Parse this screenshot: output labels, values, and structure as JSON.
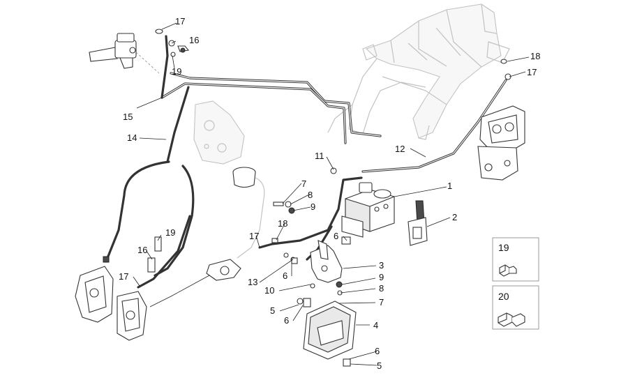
{
  "callouts": {
    "c1": "1",
    "c2": "2",
    "c3": "3",
    "c4": "4",
    "c5a": "5",
    "c5b": "5",
    "c6a": "6",
    "c6b": "6",
    "c6c": "6",
    "c6d": "6",
    "c7a": "7",
    "c7b": "7",
    "c8a": "8",
    "c8b": "8",
    "c9a": "9",
    "c9b": "9",
    "c10": "10",
    "c11": "11",
    "c12": "12",
    "c13": "13",
    "c14": "14",
    "c15": "15",
    "c16a": "16",
    "c16b": "16",
    "c17a": "17",
    "c17b": "17",
    "c17c": "17",
    "c17d": "17",
    "c18a": "18",
    "c18b": "18",
    "c19a": "19",
    "c19b": "19"
  },
  "insets": {
    "box19": "19",
    "box20": "20"
  }
}
